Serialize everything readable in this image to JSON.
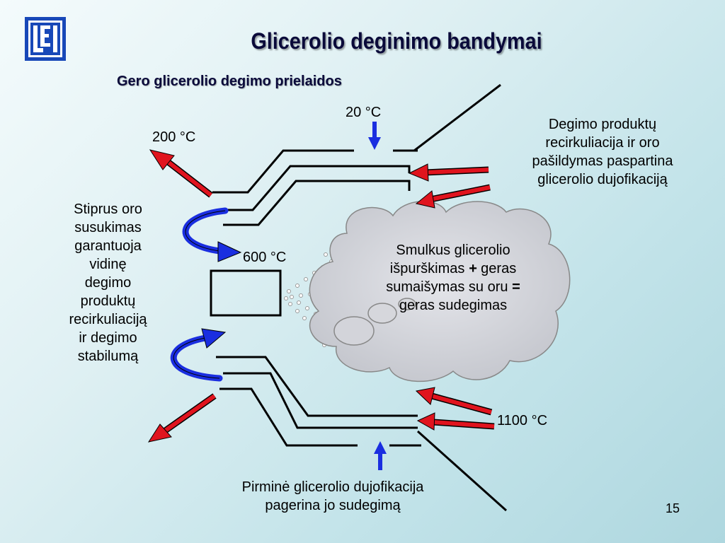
{
  "slide": {
    "logo_text": "LEI",
    "title": "Glicerolio deginimo bandymai",
    "subtitle": "Gero glicerolio degimo prielaidos",
    "page_number": "15"
  },
  "labels": {
    "temp_20": "20 °C",
    "temp_200": "200 °C",
    "temp_600": "600 °C",
    "temp_1100": "1100 °C",
    "recirculation": [
      "Degimo produktų",
      "recirkuliacija ir oro",
      "pašildymas paspartina",
      "glicerolio dujofikaciją"
    ],
    "swirl": [
      "Stiprus oro",
      "susukimas",
      "garantuoja",
      "vidinę",
      "degimo",
      "produktų",
      "recirkuliaciją",
      "ir degimo",
      "stabilumą"
    ],
    "primary": [
      "Pirminė glicerolio dujofikacija",
      "pagerina jo sudegimą"
    ],
    "cloud": {
      "line1": "Smulkus glicerolio",
      "line2_a": "išpurškimas ",
      "plus": "+",
      "line2_b": " geras",
      "line3_a": "sumaišymas su oru ",
      "equals": "=",
      "line4": "geras sudegimas"
    }
  },
  "colors": {
    "red_arrow": "#e0141e",
    "blue_arrow": "#1a2ee0",
    "cloud_fill": "#cfd0d6",
    "logo_blue": "#1848b8"
  }
}
